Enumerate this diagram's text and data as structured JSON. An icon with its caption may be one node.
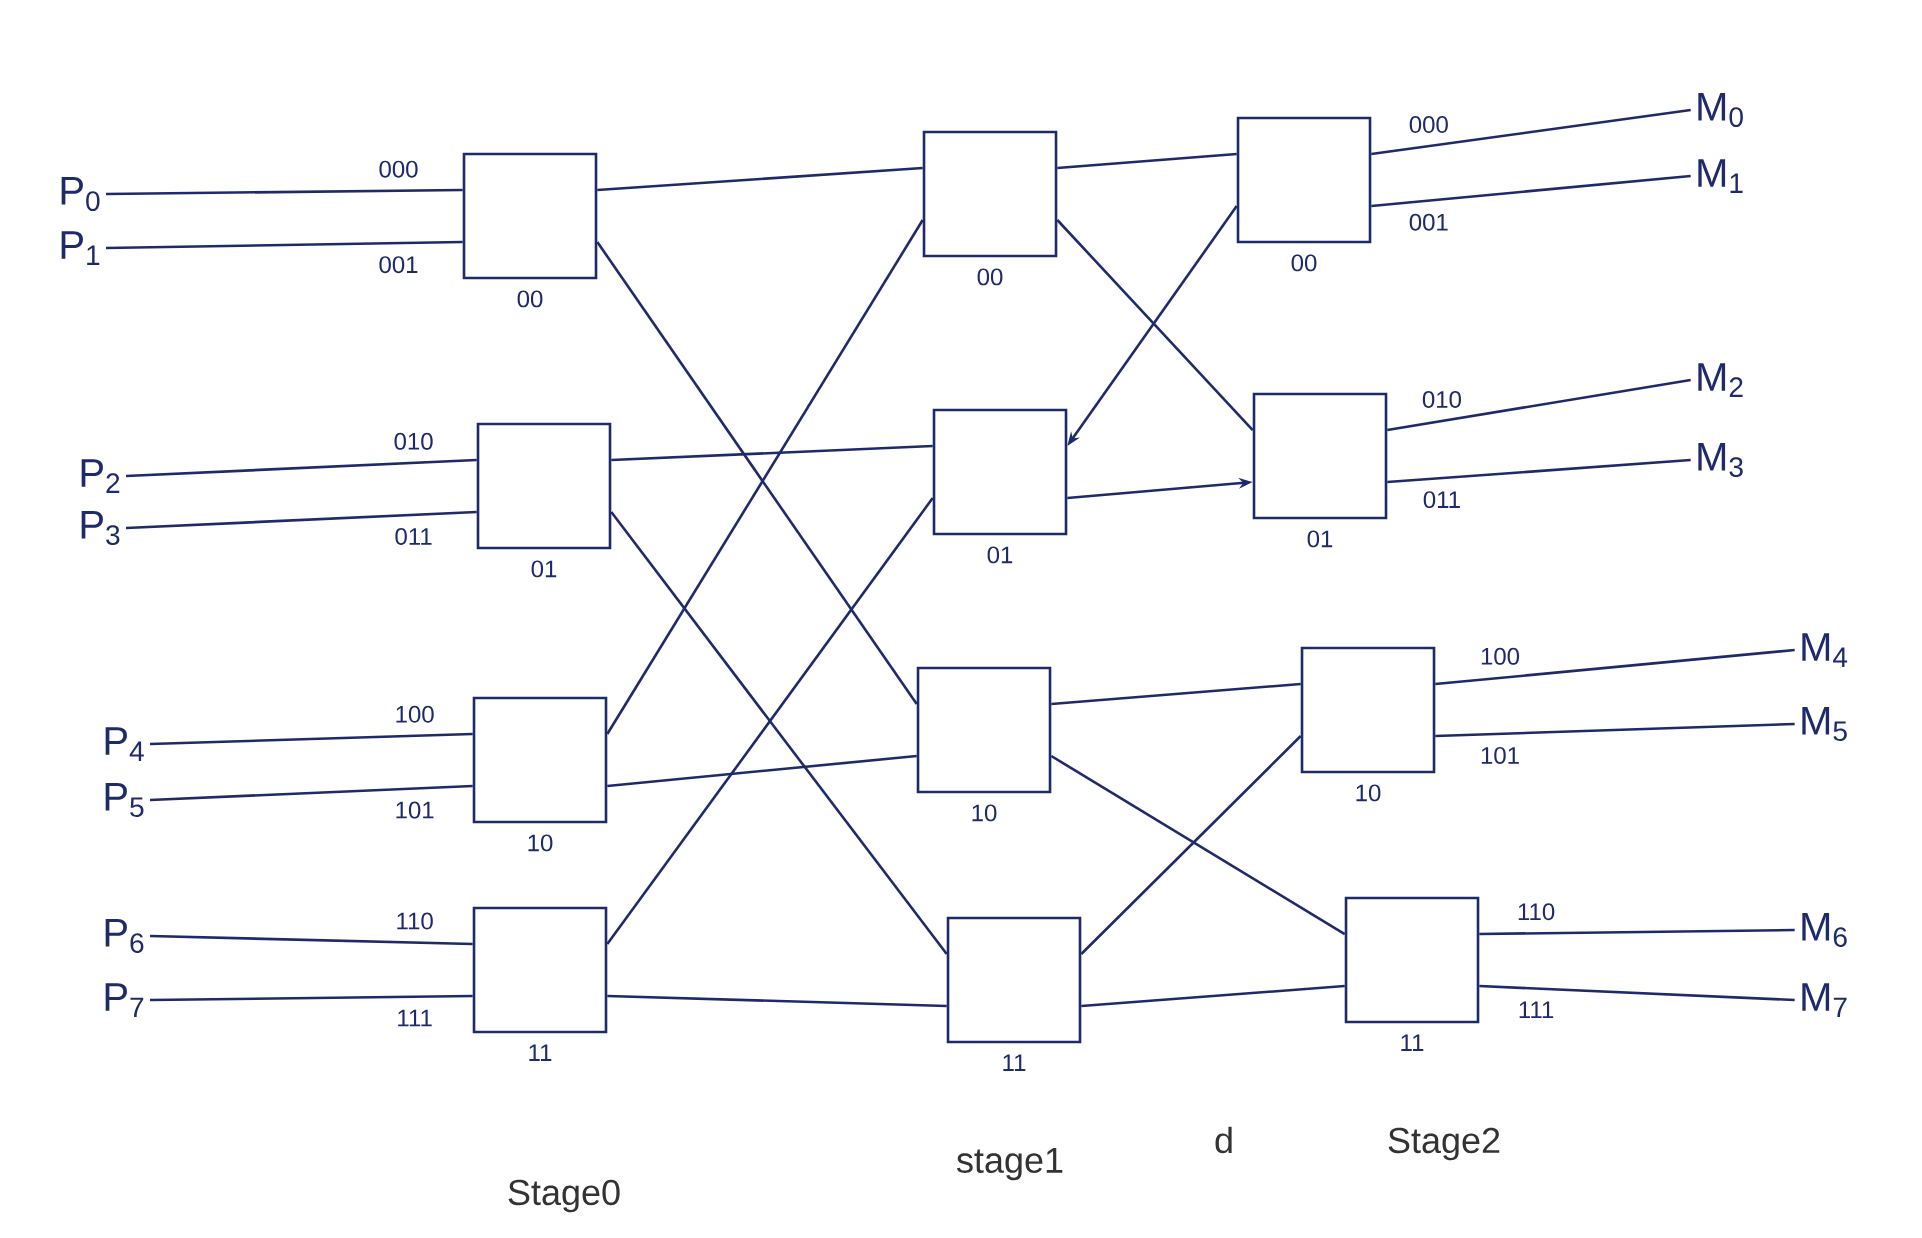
{
  "diagram": {
    "nodes": [
      {
        "text": [
          "P$_{0}$"
        ]
      },
      {
        "text": [
          "P$_{1}$"
        ]
      },
      {
        "text": [
          "P$_{2}$"
        ]
      },
      {
        "text": [
          "P$_{3}$"
        ]
      },
      {
        "text": [
          "P$_{4}$"
        ]
      },
      {
        "text": [
          "P$_{5}$"
        ]
      },
      {
        "text": [
          "P$_{6}$"
        ]
      },
      {
        "text": [
          "P$_{7}$"
        ]
      },
      {
        "text": [],
        "shape": "box",
        "beside": [
          "00"
        ]
      },
      {
        "text": [],
        "shape": "box",
        "beside": [
          "01"
        ]
      },
      {
        "text": [],
        "shape": "box",
        "beside": [
          "10"
        ]
      },
      {
        "text": [],
        "shape": "box",
        "beside": [
          "11"
        ]
      },
      {
        "text": [],
        "shape": "box",
        "beside": [
          "00"
        ]
      },
      {
        "text": [],
        "shape": "box",
        "beside": [
          "01"
        ]
      },
      {
        "text": [],
        "shape": "box",
        "beside": [
          "10"
        ]
      },
      {
        "text": [],
        "shape": "box",
        "beside": [
          "11"
        ]
      },
      {
        "text": [],
        "shape": "box",
        "beside": [
          "00"
        ]
      },
      {
        "text": [],
        "shape": "box",
        "beside": [
          "01"
        ]
      },
      {
        "text": [],
        "shape": "box",
        "beside": [
          "10"
        ]
      },
      {
        "text": [],
        "shape": "box",
        "beside": [
          "11"
        ]
      },
      {
        "text": [
          "M$_{0}$"
        ]
      },
      {
        "text": [
          "M$_{1}$"
        ]
      },
      {
        "text": [
          "M$_{2}$"
        ]
      },
      {
        "text": [
          "M$_{3}$"
        ]
      },
      {
        "text": [
          "M$_{4}$"
        ]
      },
      {
        "text": [
          "M$_{5}$"
        ]
      },
      {
        "text": [
          "M$_{6}$"
        ]
      },
      {
        "text": [
          "M$_{7}$"
        ]
      }
    ],
    "edges": [
      {
        "from": 0,
        "to": 8,
        "arrow": "none",
        "label": "000"
      },
      {
        "from": 1,
        "to": 8,
        "arrow": "none",
        "label": "001"
      },
      {
        "from": 2,
        "to": 9,
        "arrow": "none",
        "label": "010"
      },
      {
        "from": 3,
        "to": 9,
        "arrow": "none",
        "label": "011"
      },
      {
        "from": 4,
        "to": 10,
        "arrow": "none",
        "label": "100"
      },
      {
        "from": 5,
        "to": 10,
        "arrow": "none",
        "label": "101"
      },
      {
        "from": 6,
        "to": 11,
        "arrow": "none",
        "label": "110"
      },
      {
        "from": 7,
        "to": 11,
        "arrow": "none",
        "label": "111"
      },
      {
        "from": 8,
        "to": 12,
        "arrow": "none"
      },
      {
        "from": 8,
        "to": 14,
        "arrow": "none"
      },
      {
        "from": 9,
        "to": 13,
        "arrow": "none"
      },
      {
        "from": 9,
        "to": 15,
        "arrow": "none"
      },
      {
        "from": 10,
        "to": 12,
        "arrow": "none"
      },
      {
        "from": 10,
        "to": 14,
        "arrow": "none"
      },
      {
        "from": 11,
        "to": 13,
        "arrow": "none"
      },
      {
        "from": 11,
        "to": 15,
        "arrow": "none"
      },
      {
        "from": 12,
        "to": 16,
        "arrow": "none"
      },
      {
        "from": 12,
        "to": 17,
        "arrow": "none"
      },
      {
        "from": 13,
        "to": 17,
        "arrow": "to"
      },
      {
        "from": 16,
        "to": 13,
        "arrow": "to"
      },
      {
        "from": 14,
        "to": 18,
        "arrow": "none"
      },
      {
        "from": 14,
        "to": 19,
        "arrow": "none"
      },
      {
        "from": 15,
        "to": 18,
        "arrow": "none"
      },
      {
        "from": 15,
        "to": 19,
        "arrow": "none"
      },
      {
        "from": 16,
        "to": 20,
        "arrow": "none",
        "label": "000"
      },
      {
        "from": 16,
        "to": 21,
        "arrow": "none",
        "label": "001"
      },
      {
        "from": 17,
        "to": 22,
        "arrow": "none",
        "label": "010"
      },
      {
        "from": 17,
        "to": 23,
        "arrow": "none",
        "label": "011"
      },
      {
        "from": 18,
        "to": 24,
        "arrow": "none",
        "label": "100"
      },
      {
        "from": 18,
        "to": 25,
        "arrow": "none",
        "label": "101"
      },
      {
        "from": 19,
        "to": 26,
        "arrow": "none",
        "label": "110"
      },
      {
        "from": 19,
        "to": 27,
        "arrow": "none",
        "label": "111"
      }
    ],
    "labels": [
      "Stage0",
      "stage1",
      "d",
      "Stage2"
    ]
  }
}
